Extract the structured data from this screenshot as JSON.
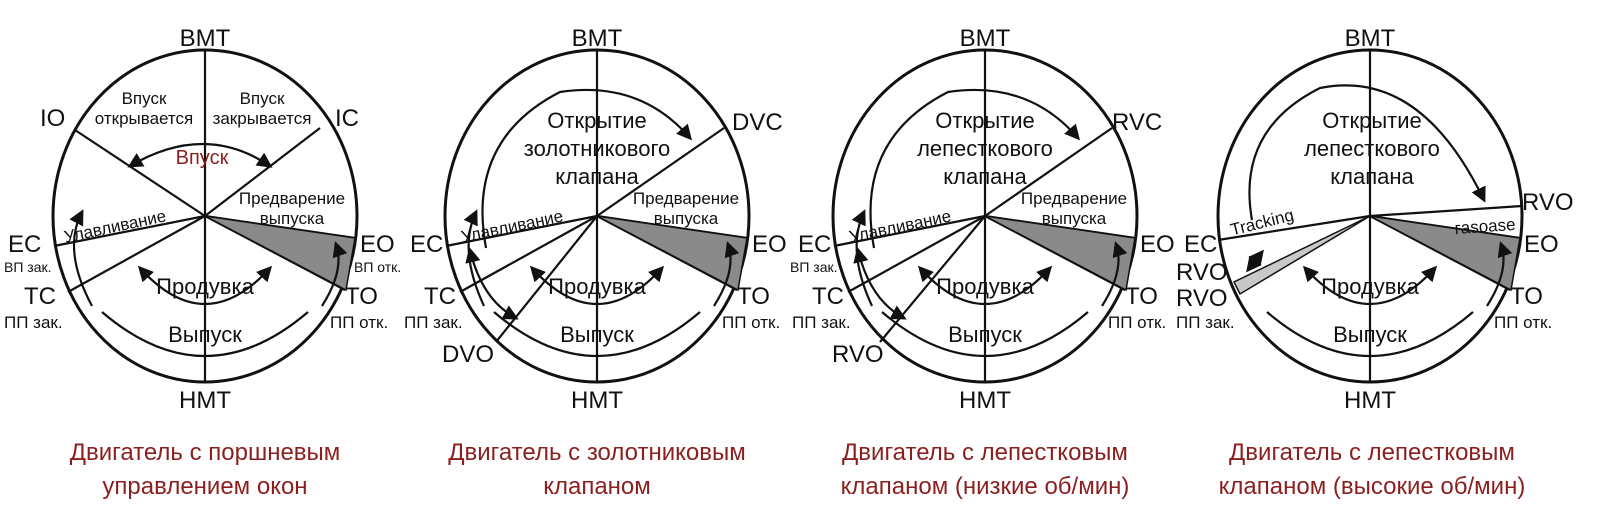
{
  "diagrams": [
    {
      "tdc": "BMT",
      "bdc": "HMT",
      "io": "IO",
      "ic": "IC",
      "intake_open": [
        "Впуск",
        "открывается"
      ],
      "intake_close": [
        "Впуск",
        "закрывается"
      ],
      "intake": "Впуск",
      "scavenge_catch": "Улавливание",
      "exhaust_lead": [
        "Предварение",
        "выпуска"
      ],
      "ec": "EC",
      "ec_sub": "ВП зак.",
      "eo": "EO",
      "eo_sub": "ВП отк.",
      "tc": "TC",
      "tc_sub": "ПП зак.",
      "to": "TO",
      "to_sub": "ПП отк.",
      "purge": "Продувка",
      "exhaust": "Выпуск",
      "caption": [
        "Двигатель с поршневым",
        "управлением окон"
      ]
    },
    {
      "tdc": "BMT",
      "bdc": "HMT",
      "valve_open": [
        "Открытие",
        "золотникового",
        "клапана"
      ],
      "close_label": "DVC",
      "open_label": "DVO",
      "scavenge_catch": "Улавливание",
      "exhaust_lead": [
        "Предварение",
        "выпуска"
      ],
      "ec": "EC",
      "eo": "EO",
      "tc": "TC",
      "tc_sub": "ПП зак.",
      "to": "TO",
      "to_sub": "ПП отк.",
      "purge": "Продувка",
      "exhaust": "Выпуск",
      "caption": [
        "Двигатель с золотниковым",
        "клапаном"
      ]
    },
    {
      "tdc": "BMT",
      "bdc": "HMT",
      "valve_open": [
        "Открытие",
        "лепесткового",
        "клапана"
      ],
      "close_label": "RVC",
      "open_label": "RVO",
      "scavenge_catch": "Улавливание",
      "exhaust_lead": [
        "Предварение",
        "выпуска"
      ],
      "ec": "EC",
      "ec_sub": "ВП зак.",
      "eo": "EO",
      "tc": "TC",
      "tc_sub": "ПП зак.",
      "to": "TO",
      "to_sub": "ПП отк.",
      "purge": "Продувка",
      "exhaust": "Выпуск",
      "caption": [
        "Двигатель с лепестковым",
        "клапаном (низкие об/мин)"
      ]
    },
    {
      "tdc": "BMT",
      "bdc": "HMT",
      "valve_open": [
        "Открытие",
        "лепесткового",
        "клапана"
      ],
      "rvo_right": "RVO",
      "tracking": "Tracking",
      "gasoase": "гasoase",
      "ec": "EC",
      "rvo_left1": "RVO",
      "rvo_left2": "RVO",
      "rvo_left2_sub": "ПП зак.",
      "eo": "EO",
      "to": "TO",
      "to_sub": "ПП отк.",
      "purge": "Продувка",
      "exhaust": "Выпуск",
      "caption": [
        "Двигатель с лепестковым",
        "клапаном (высокие об/мин)"
      ]
    }
  ]
}
